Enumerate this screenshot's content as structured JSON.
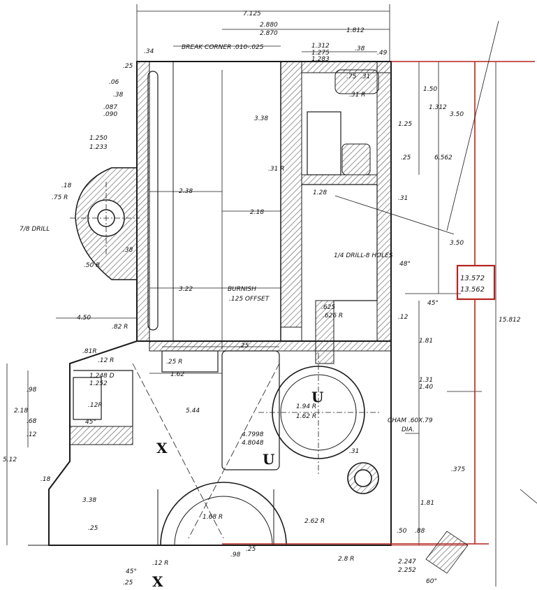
{
  "colors": {
    "ink": "#1a1a1a",
    "highlight": "#b5231c",
    "hatch": "#555555"
  },
  "top_dims": {
    "overall_width": "7.125",
    "w1_top": "2.880",
    "w1_bot": "2.870",
    "w2": "1.812"
  },
  "notes": {
    "break_corner": "BREAK CORNER .010-.025",
    "burnish": "BURNISH",
    "offset": ".125 OFFSET",
    "drill_holes": "1/4 DRILL-8 HOLES",
    "drill": "7/8 DRILL",
    "chamfer": "CHAM .60X.79",
    "dia": "DIA."
  },
  "highlight_dims": {
    "upper": "13.572",
    "lower": "13.562"
  },
  "labels": {
    "u1": "U",
    "u2": "U",
    "x1": "X",
    "x2": "X"
  },
  "left_dims": [
    ".34",
    ".25",
    ".06",
    ".38",
    ".087",
    ".090",
    "1.250",
    "1.233",
    ".18",
    ".75 R",
    ".50 R",
    ".38",
    "4.50",
    ".82 R",
    ".81R",
    ".12 R",
    "1.248 D",
    "1.252",
    ".98",
    "2.18",
    ".12R",
    ".68",
    "45°",
    ".12",
    "5.12",
    ".18",
    "3.38",
    ".25",
    "45°",
    ".25"
  ],
  "center_dims": [
    "3.38",
    "2.38",
    "2.18",
    "3.22",
    ".25",
    ".25 R",
    "1.62",
    "5.44",
    "4.7998",
    "4.8048",
    "1.68 R",
    ".12 R",
    ".98",
    ".25"
  ],
  "right_dims": [
    "1.312",
    "1.275",
    "1.283",
    ".38",
    ".49",
    ".75",
    ".31",
    ".31 R",
    "1.50",
    "3.50",
    "1.312",
    "1.25",
    ".25",
    "6.562",
    ".31 R",
    "1.28",
    ".31",
    "3.50",
    "48°",
    "45°",
    ".625",
    ".626 R",
    ".12",
    "1.81",
    "1.31",
    "1.40",
    "1.94 R",
    "1.62 R",
    ".31",
    ".375",
    "1.81",
    ".50",
    ".88",
    "2.62 R",
    "2.8 R",
    "2.247",
    "2.252",
    "60°",
    "15.812"
  ]
}
